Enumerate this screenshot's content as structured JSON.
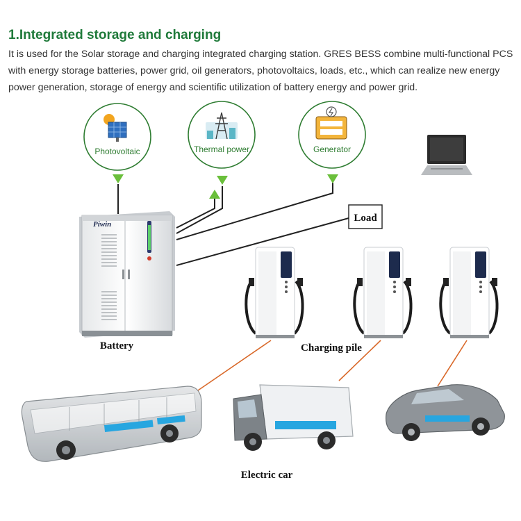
{
  "header": {
    "title": "1.Integrated storage and charging",
    "description": "It is used for the Solar storage and charging integrated charging station. GRES BESS combine multi-functional PCS with energy storage batteries, power grid, oil generators, photovoltaics, loads, etc., which can realize new energy power generation, storage of energy and scientific utilization of battery energy and power grid."
  },
  "sources": {
    "photovoltaic": "Photovoltaic",
    "thermal_power": "Thermal power",
    "generator": "Generator"
  },
  "load_label": "Load",
  "battery": {
    "label": "Battery",
    "brand": "Piwin"
  },
  "charging_pile_label": "Charging pile",
  "electric_car_label": "Electric car",
  "colors": {
    "title_green": "#1f7a3a",
    "node_green": "#2f7d32",
    "arrow_green": "#6abf3b",
    "orange_line": "#d9692a"
  }
}
